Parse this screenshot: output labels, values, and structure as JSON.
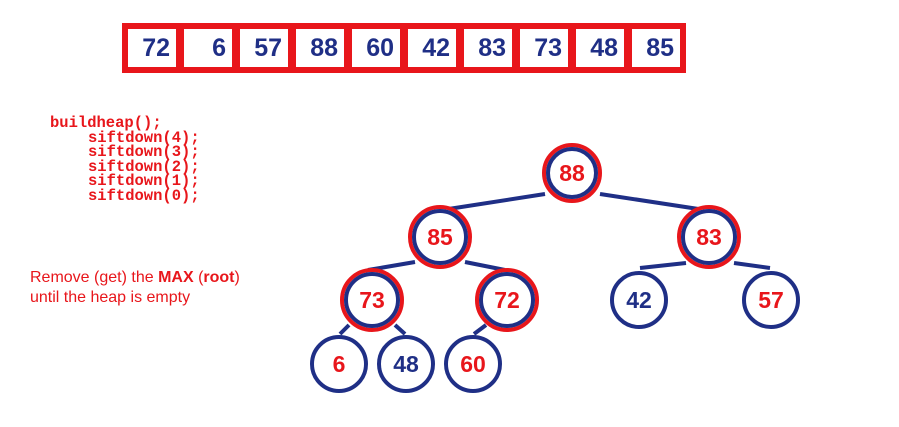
{
  "colors": {
    "red": "#e8161b",
    "navy": "#1f2f86",
    "background": "#ffffff"
  },
  "array": {
    "values": [
      "72",
      "6",
      "57",
      "88",
      "60",
      "42",
      "83",
      "73",
      "48",
      "85"
    ]
  },
  "code": {
    "lines": [
      "buildheap();",
      "siftdown(4);",
      "siftdown(3);",
      "siftdown(2);",
      "siftdown(1);",
      "siftdown(0);"
    ]
  },
  "note": {
    "line1_prefix": "Remove (get) the ",
    "line1_bold1": "MAX",
    "line1_mid": " (",
    "line1_bold2": "root",
    "line1_suffix": ")",
    "line2": "until the heap is empty"
  },
  "tree": {
    "nodes": [
      {
        "id": 0,
        "value": "88",
        "highlighted": true,
        "text_color": "red"
      },
      {
        "id": 1,
        "value": "85",
        "highlighted": true,
        "text_color": "red"
      },
      {
        "id": 2,
        "value": "83",
        "highlighted": true,
        "text_color": "red"
      },
      {
        "id": 3,
        "value": "73",
        "highlighted": true,
        "text_color": "red"
      },
      {
        "id": 4,
        "value": "72",
        "highlighted": true,
        "text_color": "red"
      },
      {
        "id": 5,
        "value": "42",
        "highlighted": false,
        "text_color": "navy"
      },
      {
        "id": 6,
        "value": "57",
        "highlighted": false,
        "text_color": "red"
      },
      {
        "id": 7,
        "value": "6",
        "highlighted": false,
        "text_color": "red"
      },
      {
        "id": 8,
        "value": "48",
        "highlighted": false,
        "text_color": "navy"
      },
      {
        "id": 9,
        "value": "60",
        "highlighted": false,
        "text_color": "red"
      }
    ]
  }
}
